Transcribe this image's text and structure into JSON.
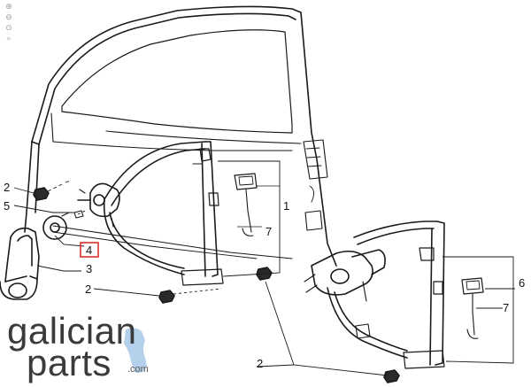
{
  "toolbar": {
    "zoom_in_glyph": "⊕",
    "zoom_out_glyph": "⊖",
    "reset_glyph": "⊙",
    "search_glyph": "⌕"
  },
  "callouts": [
    {
      "id": "c1",
      "text": "1"
    },
    {
      "id": "c2a",
      "text": "2"
    },
    {
      "id": "c3",
      "text": "3"
    },
    {
      "id": "c4",
      "text": "4"
    },
    {
      "id": "c5",
      "text": "5"
    },
    {
      "id": "c2b",
      "text": "2"
    },
    {
      "id": "c7a",
      "text": "7"
    },
    {
      "id": "c6",
      "text": "6"
    },
    {
      "id": "c7b",
      "text": "7"
    },
    {
      "id": "c2c",
      "text": "2"
    }
  ],
  "watermark": {
    "line1": "galician",
    "line2": "parts",
    "suffix": ".com",
    "accent_color": "#a8c8e6"
  },
  "colors": {
    "line": "#1a1a1a",
    "highlight_box": "#d9322b"
  }
}
